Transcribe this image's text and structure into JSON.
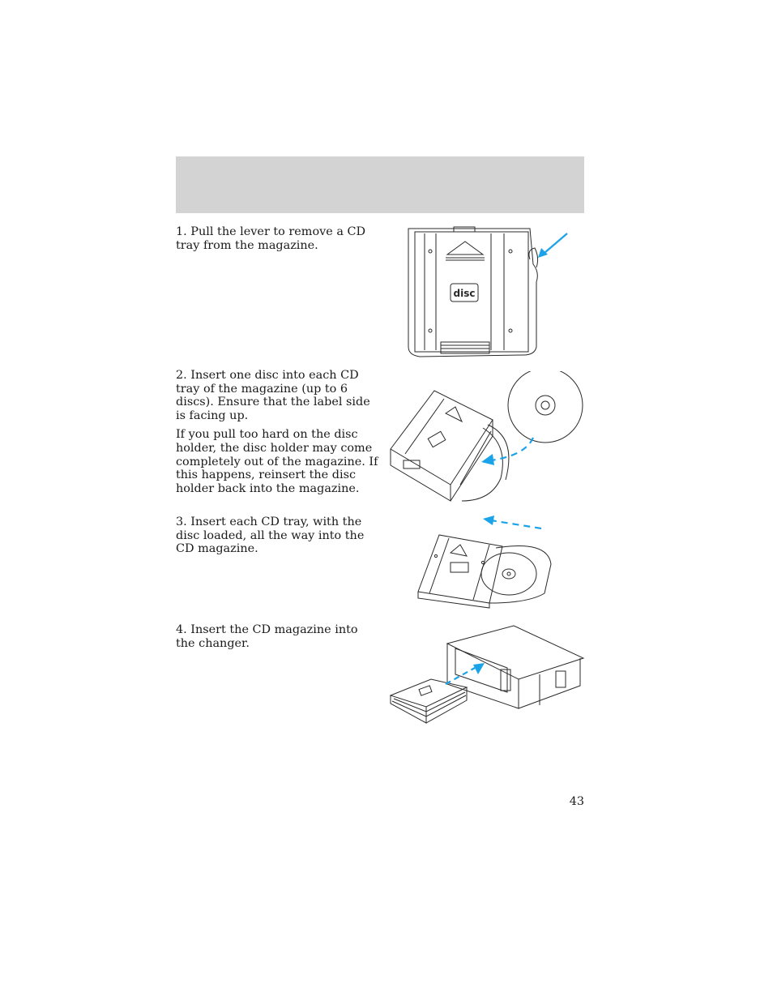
{
  "steps": [
    {
      "paragraphs": [
        "1. Pull the lever to remove a CD tray from the magazine."
      ]
    },
    {
      "paragraphs": [
        "2. Insert one disc into each CD tray of the magazine (up to 6 discs). Ensure that the label side is facing up.",
        "If you pull too hard on the disc holder, the disc holder may come completely out of the magazine. If this happens, reinsert the disc holder back into the magazine."
      ]
    },
    {
      "paragraphs": [
        "3. Insert each CD tray, with the disc loaded, all the way into the CD magazine."
      ]
    },
    {
      "paragraphs": [
        "4. Insert the CD magazine into the changer."
      ]
    }
  ],
  "figure_labels": {
    "disc_logo": "disc"
  },
  "page_number": "43",
  "colors": {
    "accent_arrow": "#1aa3e8",
    "header_band": "#d3d3d3",
    "line": "#2a2a2a"
  }
}
